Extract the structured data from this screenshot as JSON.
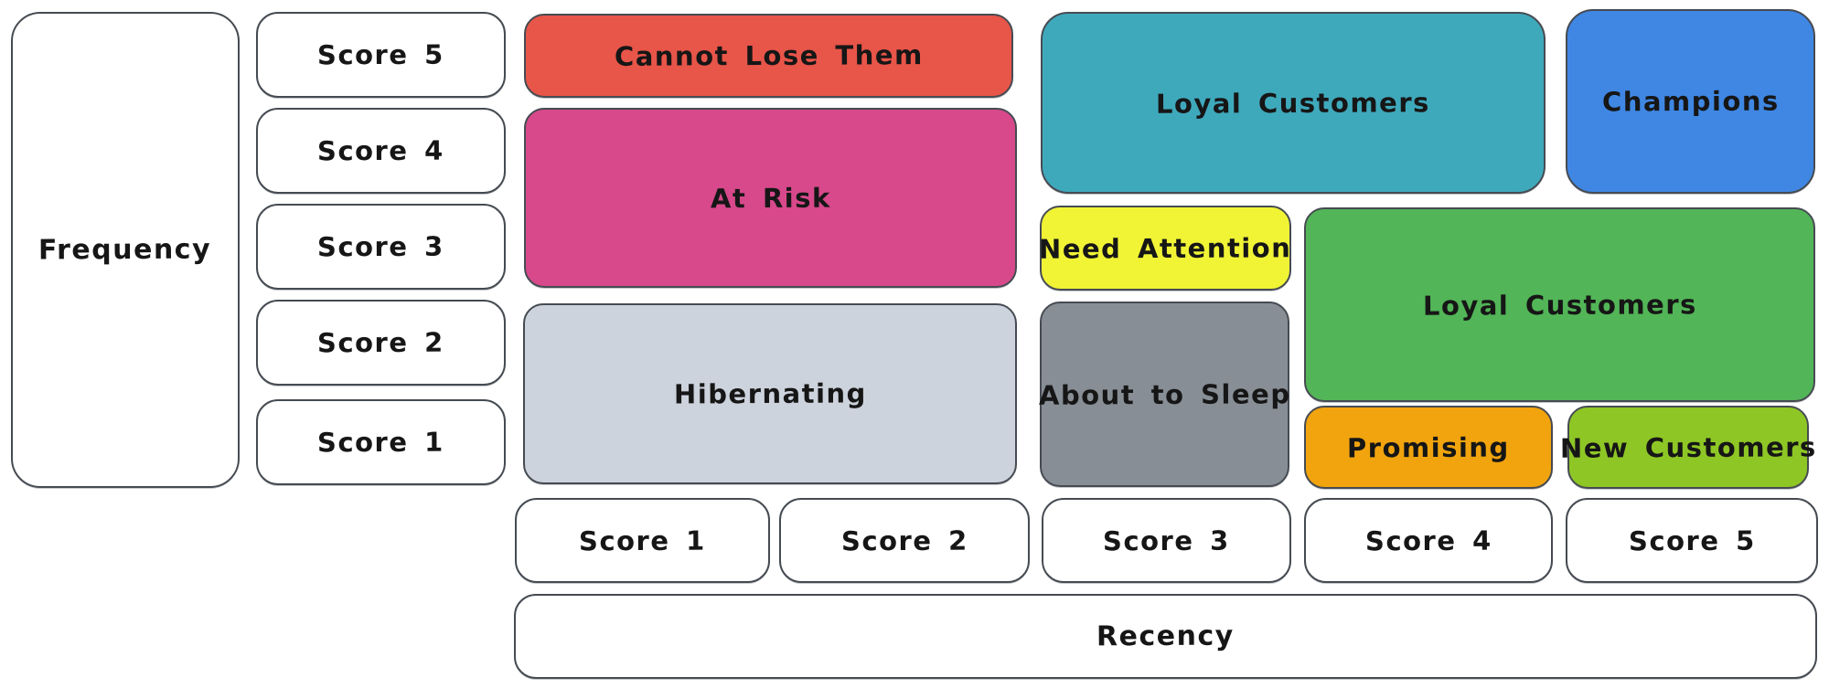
{
  "canvas": {
    "background": "#ffffff",
    "outline_color": "#464b52",
    "text_color": "#161616"
  },
  "frequency_axis": {
    "label": "Frequency",
    "scores": [
      "Score 5",
      "Score 4",
      "Score 3",
      "Score 2",
      "Score 1"
    ]
  },
  "recency_axis": {
    "label": "Recency",
    "scores": [
      "Score 1",
      "Score 2",
      "Score 3",
      "Score 4",
      "Score 5"
    ]
  },
  "segments": {
    "cannot_lose_them": {
      "label": "Cannot Lose Them",
      "color": "#e85549"
    },
    "at_risk": {
      "label": "At Risk",
      "color": "#d7498b"
    },
    "hibernating": {
      "label": "Hibernating",
      "color": "#cdd3dd"
    },
    "loyal_customers_top": {
      "label": "Loyal Customers",
      "color": "#3fa9bc"
    },
    "champions": {
      "label": "Champions",
      "color": "#3f87e3"
    },
    "need_attention": {
      "label": "Need Attention",
      "color": "#f0f435"
    },
    "about_to_sleep": {
      "label": "About to Sleep",
      "color": "#878e95"
    },
    "loyal_customers_mid": {
      "label": "Loyal Customers",
      "color": "#52b557"
    },
    "promising": {
      "label": "Promising",
      "color": "#f1a40d"
    },
    "new_customers": {
      "label": "New Customers",
      "color": "#8ec725"
    }
  }
}
